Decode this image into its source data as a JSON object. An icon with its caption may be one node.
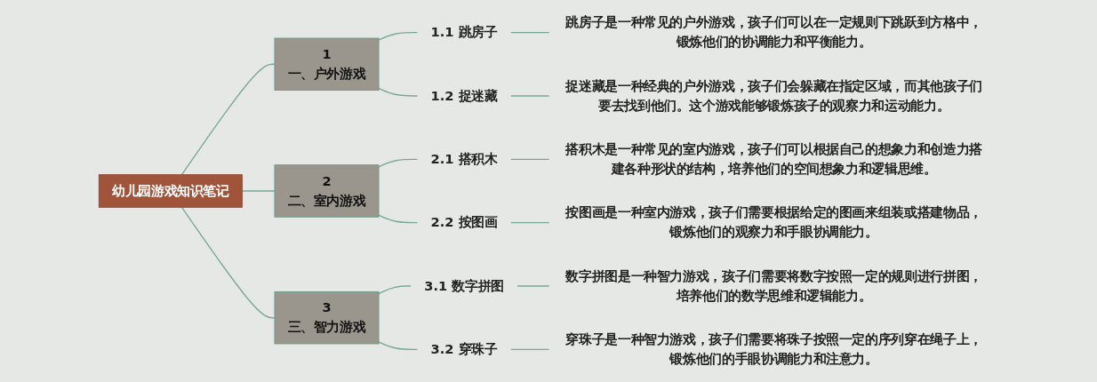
{
  "diagram": {
    "nodes": [
      {
        "text": [
          "幼儿园游戏知识笔记"
        ]
      },
      {
        "text": [
          "1",
          "一、户外游戏"
        ]
      },
      {
        "text": [
          "1.1 跳房子"
        ]
      },
      {
        "text": [
          "跳房子是一种常见的户外游戏，孩子们可以在一定规则下跳跃到方格中，锻炼他们的协调能力和平衡能力。"
        ]
      },
      {
        "text": [
          "1.2 捉迷藏"
        ]
      },
      {
        "text": [
          "捉迷藏是一种经典的户外游戏，孩子们会躲藏在指定区域，而其他孩子们要去找到他们。这个游戏能够锻炼孩子的观察力和运动能力。"
        ]
      },
      {
        "text": [
          "2",
          "二、室内游戏"
        ]
      },
      {
        "text": [
          "2.1 搭积木"
        ]
      },
      {
        "text": [
          "搭积木是一种常见的室内游戏，孩子们可以根据自己的想象力和创造力搭建各种形状的结构，培养他们的空间想象力和逻辑思维。"
        ]
      },
      {
        "text": [
          "2.2 按图画"
        ]
      },
      {
        "text": [
          "按图画是一种室内游戏，孩子们需要根据给定的图画来组装或搭建物品，锻炼他们的观察力和手眼协调能力。"
        ]
      },
      {
        "text": [
          "3",
          "三、智力游戏"
        ]
      },
      {
        "text": [
          "3.1 数字拼图"
        ]
      },
      {
        "text": [
          "数字拼图是一种智力游戏，孩子们需要将数字按照一定的规则进行拼图，培养他们的数学思维和逻辑能力。"
        ]
      },
      {
        "text": [
          "3.2 穿珠子"
        ]
      },
      {
        "text": [
          "穿珠子是一种智力游戏，孩子们需要将珠子按照一定的序列穿在绳子上，锻炼他们的手眼协调能力和注意力。"
        ]
      }
    ],
    "edges": [
      {
        "from": 0,
        "to": 1,
        "arrow": "none"
      },
      {
        "from": 1,
        "to": 2,
        "arrow": "none"
      },
      {
        "from": 2,
        "to": 3,
        "arrow": "none"
      },
      {
        "from": 1,
        "to": 4,
        "arrow": "none"
      },
      {
        "from": 4,
        "to": 5,
        "arrow": "none"
      },
      {
        "from": 0,
        "to": 6,
        "arrow": "none"
      },
      {
        "from": 6,
        "to": 7,
        "arrow": "none"
      },
      {
        "from": 7,
        "to": 8,
        "arrow": "none"
      },
      {
        "from": 6,
        "to": 9,
        "arrow": "none"
      },
      {
        "from": 9,
        "to": 10,
        "arrow": "none"
      },
      {
        "from": 0,
        "to": 11,
        "arrow": "none"
      },
      {
        "from": 11,
        "to": 12,
        "arrow": "none"
      },
      {
        "from": 12,
        "to": 13,
        "arrow": "none"
      },
      {
        "from": 11,
        "to": 14,
        "arrow": "none"
      },
      {
        "from": 14,
        "to": 15,
        "arrow": "none"
      }
    ]
  }
}
